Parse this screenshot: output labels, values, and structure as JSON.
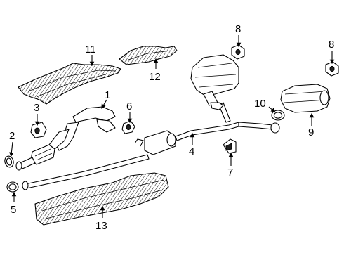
{
  "callouts": [
    {
      "id": "1",
      "text": "1"
    },
    {
      "id": "2",
      "text": "2"
    },
    {
      "id": "3",
      "text": "3"
    },
    {
      "id": "4",
      "text": "4"
    },
    {
      "id": "5",
      "text": "5"
    },
    {
      "id": "6",
      "text": "6"
    },
    {
      "id": "7",
      "text": "7"
    },
    {
      "id": "8a",
      "text": "8"
    },
    {
      "id": "8b",
      "text": "8"
    },
    {
      "id": "9",
      "text": "9"
    },
    {
      "id": "10",
      "text": "10"
    },
    {
      "id": "11",
      "text": "11"
    },
    {
      "id": "12",
      "text": "12"
    },
    {
      "id": "13",
      "text": "13"
    }
  ]
}
